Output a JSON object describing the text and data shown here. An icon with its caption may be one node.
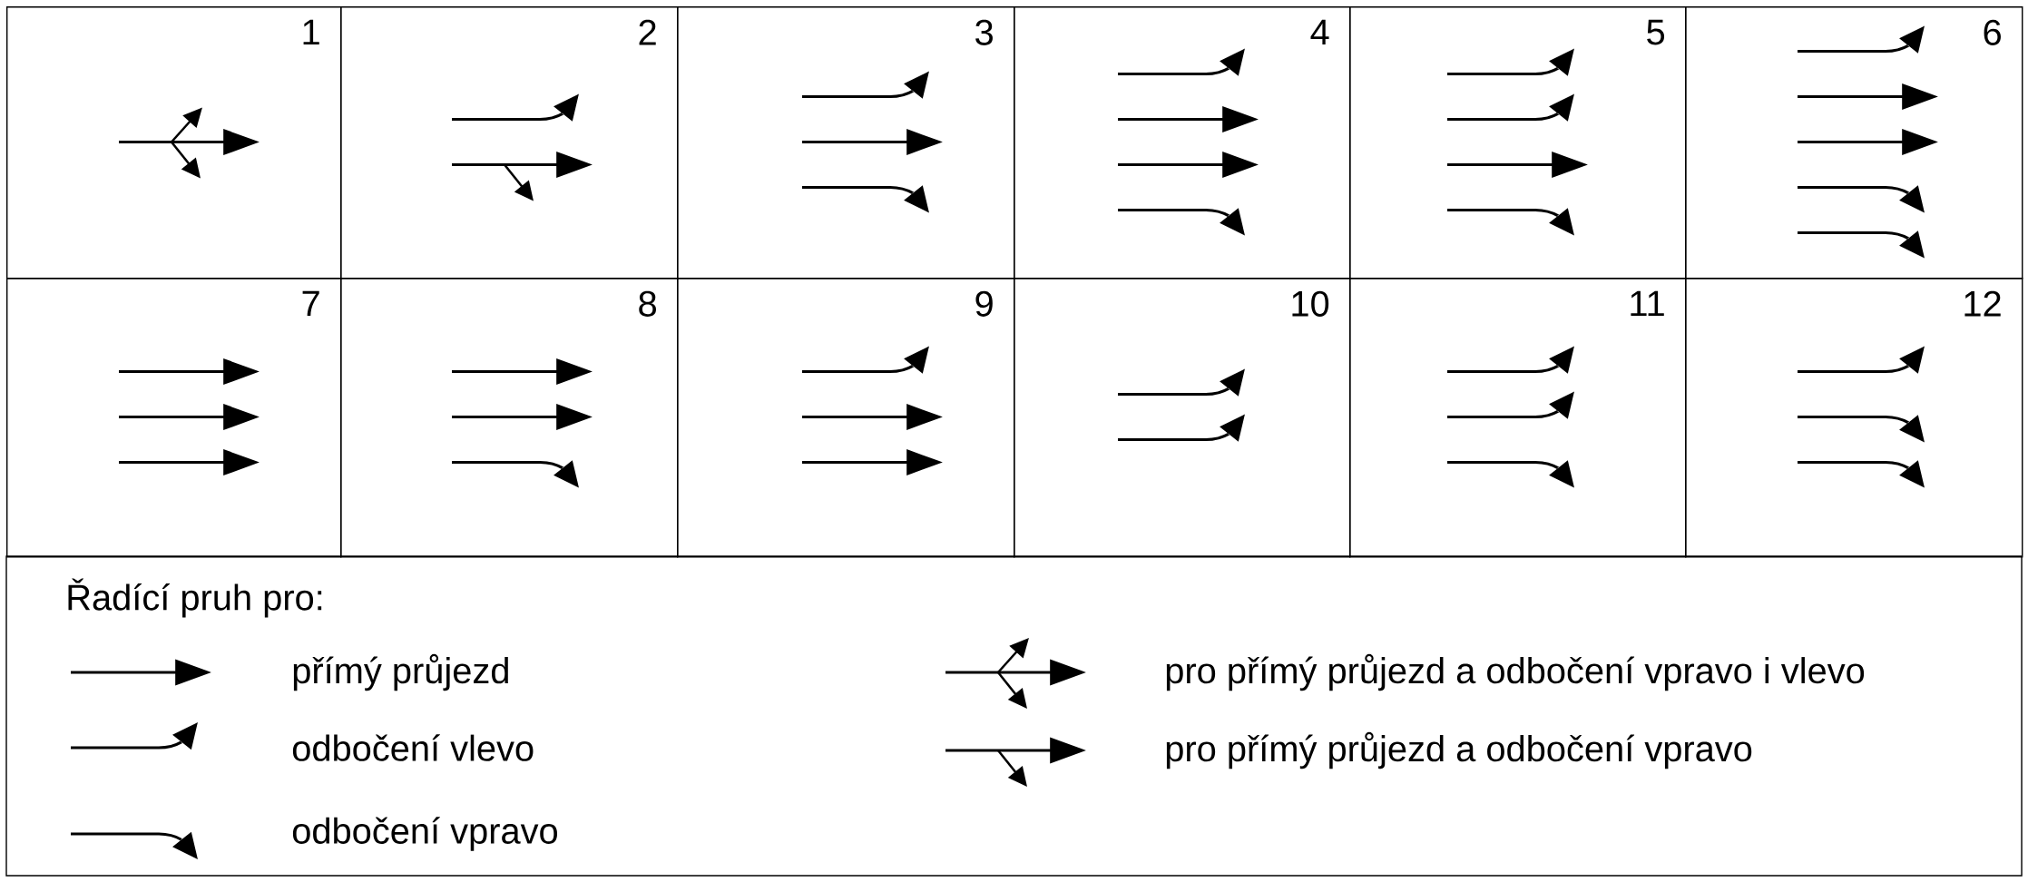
{
  "diagram": {
    "nodes": [
      {
        "text": [
          "1"
        ]
      },
      {
        "text": [
          "2"
        ]
      },
      {
        "text": [
          "3"
        ]
      },
      {
        "text": [
          "4"
        ]
      },
      {
        "text": [
          "5"
        ]
      },
      {
        "text": [
          "6"
        ]
      },
      {
        "text": [
          "7"
        ]
      },
      {
        "text": [
          "8"
        ]
      },
      {
        "text": [
          "9"
        ]
      },
      {
        "text": [
          "10"
        ]
      },
      {
        "text": [
          "11"
        ]
      },
      {
        "text": [
          "12"
        ]
      }
    ],
    "labels": [
      "Řadící pruh pro:"
    ],
    "legend": [
      {
        "text": "přímý průjezd"
      },
      {
        "text": "odbočení vlevo"
      },
      {
        "text": "odbočení vpravo"
      },
      {
        "text": "pro přímý průjezd a odbočení vpravo i vlevo"
      },
      {
        "text": "pro přímý průjezd a odbočení vpravo"
      }
    ]
  }
}
